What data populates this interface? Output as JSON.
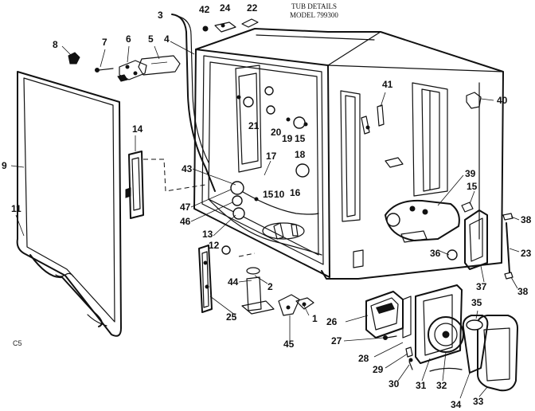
{
  "header": {
    "title": "TUB DETAILS",
    "model": "MODEL 799300"
  },
  "page_code": "C5",
  "callouts": [
    {
      "id": "c1",
      "label": "1"
    },
    {
      "id": "c2",
      "label": "2"
    },
    {
      "id": "c3",
      "label": "3"
    },
    {
      "id": "c4",
      "label": "4"
    },
    {
      "id": "c5",
      "label": "5"
    },
    {
      "id": "c6",
      "label": "6"
    },
    {
      "id": "c7",
      "label": "7"
    },
    {
      "id": "c8",
      "label": "8"
    },
    {
      "id": "c9",
      "label": "9"
    },
    {
      "id": "c10",
      "label": "10"
    },
    {
      "id": "c11",
      "label": "11"
    },
    {
      "id": "c12",
      "label": "12"
    },
    {
      "id": "c13",
      "label": "13"
    },
    {
      "id": "c14",
      "label": "14"
    },
    {
      "id": "c15a",
      "label": "15"
    },
    {
      "id": "c15b",
      "label": "15"
    },
    {
      "id": "c15c",
      "label": "15"
    },
    {
      "id": "c16",
      "label": "16"
    },
    {
      "id": "c17",
      "label": "17"
    },
    {
      "id": "c18",
      "label": "18"
    },
    {
      "id": "c19",
      "label": "19"
    },
    {
      "id": "c20",
      "label": "20"
    },
    {
      "id": "c21",
      "label": "21"
    },
    {
      "id": "c22",
      "label": "22"
    },
    {
      "id": "c23",
      "label": "23"
    },
    {
      "id": "c24",
      "label": "24"
    },
    {
      "id": "c25",
      "label": "25"
    },
    {
      "id": "c26",
      "label": "26"
    },
    {
      "id": "c27",
      "label": "27"
    },
    {
      "id": "c28",
      "label": "28"
    },
    {
      "id": "c29",
      "label": "29"
    },
    {
      "id": "c30",
      "label": "30"
    },
    {
      "id": "c31",
      "label": "31"
    },
    {
      "id": "c32",
      "label": "32"
    },
    {
      "id": "c33",
      "label": "33"
    },
    {
      "id": "c34",
      "label": "34"
    },
    {
      "id": "c35",
      "label": "35"
    },
    {
      "id": "c36",
      "label": "36"
    },
    {
      "id": "c37",
      "label": "37"
    },
    {
      "id": "c38a",
      "label": "38"
    },
    {
      "id": "c38b",
      "label": "38"
    },
    {
      "id": "c39",
      "label": "39"
    },
    {
      "id": "c40",
      "label": "40"
    },
    {
      "id": "c41",
      "label": "41"
    },
    {
      "id": "c42",
      "label": "42"
    },
    {
      "id": "c43",
      "label": "43"
    },
    {
      "id": "c44",
      "label": "44"
    },
    {
      "id": "c45",
      "label": "45"
    },
    {
      "id": "c46",
      "label": "46"
    },
    {
      "id": "c47",
      "label": "47"
    }
  ]
}
